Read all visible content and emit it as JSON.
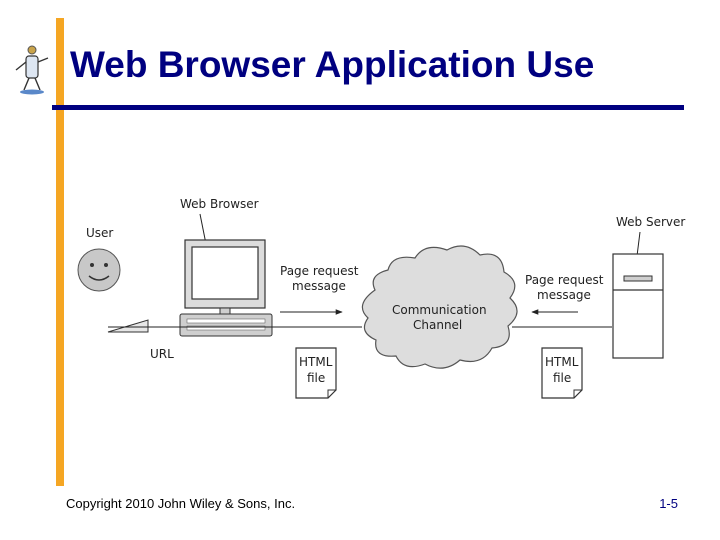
{
  "slide": {
    "title": "Web Browser Application Use",
    "footer_left": "Copyright 2010 John Wiley & Sons, Inc.",
    "footer_right": "1-5"
  },
  "diagram": {
    "user_label": "User",
    "web_browser_label": "Web Browser",
    "url_label": "URL",
    "page_request_left_line1": "Page request",
    "page_request_left_line2": "message",
    "channel_line1": "Communication",
    "channel_line2": "Channel",
    "page_request_right_line1": "Page request",
    "page_request_right_line2": "message",
    "web_server_label": "Web Server",
    "html_left_line1": "HTML",
    "html_left_line2": "file",
    "html_right_line1": "HTML",
    "html_right_line2": "file"
  },
  "colors": {
    "title": "#000080",
    "accent_bar": "#f5a623",
    "rule": "#000080",
    "page_number": "#000080"
  }
}
